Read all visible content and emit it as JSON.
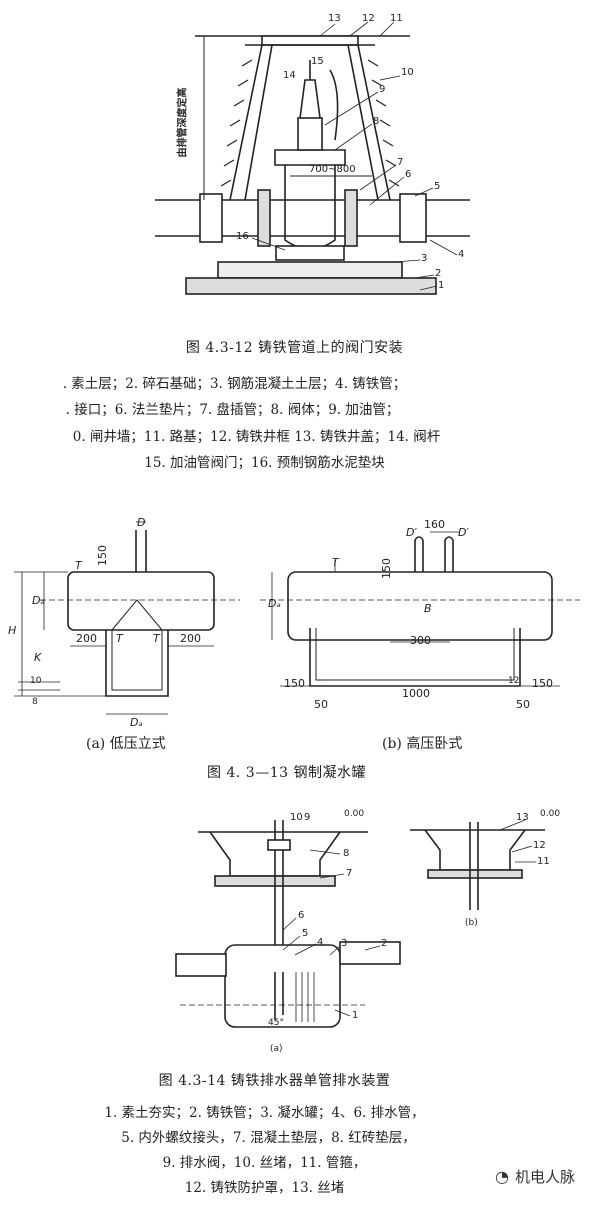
{
  "fig1": {
    "caption": "图 4.3-12   铸铁管道上的阀门安装",
    "legend": [
      ". 素土层；2. 碎石基础；3. 钢筋混凝土土层；4. 铸铁管；",
      ". 接口；6. 法兰垫片；7. 盘插管；8. 阀体；9. 加油管；",
      "0. 闸井墙；11. 路基；12. 铸铁井框 13. 铸铁井盖；14. 阀杆",
      "15. 加油管阀门；16. 预制钢筋水泥垫块"
    ],
    "vertical_label": "由排管深度定高",
    "dim_label": "700~800",
    "callouts": [
      "1",
      "2",
      "3",
      "4",
      "5",
      "6",
      "7",
      "8",
      "9",
      "10",
      "11",
      "12",
      "13",
      "14",
      "15",
      "16"
    ]
  },
  "fig2": {
    "caption": "图 4. 3—13    钢制凝水罐",
    "sub_a": "(a) 低压立式",
    "sub_b": "(b) 高压卧式",
    "a_dims": {
      "D": "D",
      "T_top": "T",
      "d150": "150",
      "H": "H",
      "Dw": "Dₐ",
      "K": "K",
      "d10": "10",
      "d8": "8",
      "left200": "200",
      "right200": "200",
      "T_l": "T",
      "T_r": "T",
      "Dw_bottom": "Dₐ"
    },
    "b_dims": {
      "D1": "D′",
      "D2": "D′",
      "d160": "160",
      "d150": "150",
      "T": "T",
      "Dw": "Dₐ",
      "B": "B",
      "d300": "300",
      "d1000": "1000",
      "left150": "150",
      "right150": "150",
      "left50": "50",
      "right50": "50",
      "d12": "12"
    }
  },
  "fig3": {
    "caption": "图 4.3-14   铸铁排水器单管排水装置",
    "legend": [
      "1. 素土夯实；2. 铸铁管；3. 凝水罐；4、6. 排水管，",
      "5. 内外螺纹接头，7. 混凝土垫层，8. 红砖垫层，",
      "9. 排水阀，10. 丝堵，11. 管箍，",
      "12. 铸铁防护罩，13. 丝堵"
    ],
    "level_a": "0.00",
    "level_b": "0.00",
    "sub_a": "(a)",
    "sub_b": "(b)",
    "angle": "45°",
    "callouts": [
      "1",
      "2",
      "3",
      "4",
      "5",
      "6",
      "7",
      "8",
      "9",
      "10",
      "11",
      "12",
      "13"
    ]
  },
  "watermark": {
    "text": "机电人脉"
  },
  "colors": {
    "ink": "#222222",
    "paper": "#ffffff"
  }
}
